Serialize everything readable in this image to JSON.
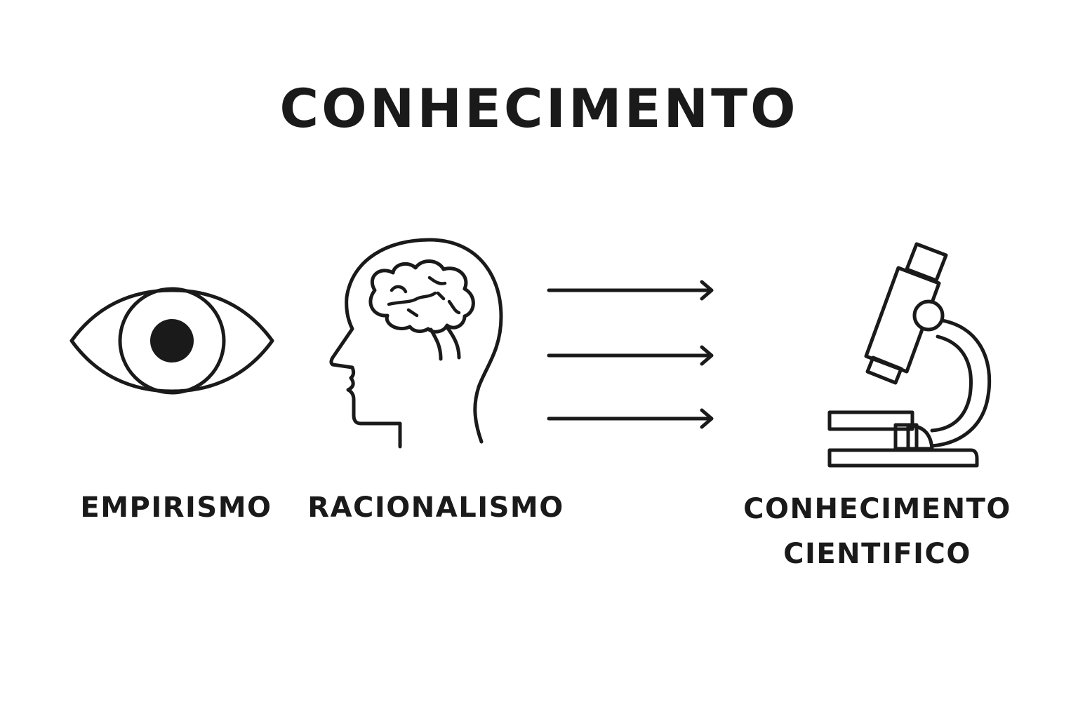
{
  "title": "CONHECIMENTO",
  "items": [
    {
      "label": "EMPIRISMO",
      "icon": "eye-icon"
    },
    {
      "label": "RACIONALISMO",
      "icon": "head-brain-icon"
    },
    {
      "label_lines": [
        "CONHECIMENTO",
        "CIENTIFICO"
      ],
      "icon": "microscope-icon"
    }
  ],
  "arrows": {
    "count": 3,
    "icon": "arrow-right-icon"
  },
  "colors": {
    "stroke": "#1a1a1a",
    "background": "#ffffff"
  }
}
